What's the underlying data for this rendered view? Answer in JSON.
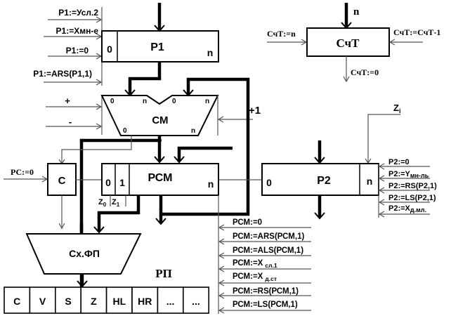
{
  "p1": {
    "name": "Р1",
    "bit_low": "0",
    "bit_high": "n",
    "inputs": [
      "Р1:=Усл.2",
      "Р1:=Хмн-е",
      "Р1:=0",
      "Р1:=ARS(Р1,1)"
    ]
  },
  "counter": {
    "name": "СчТ",
    "top_input": "n",
    "left_label": "СчТ:=n",
    "right_label": "СчТ:=СчТ-1",
    "bottom_label": "СчТ:=0"
  },
  "adder": {
    "name": "СМ",
    "in_a_low": "0",
    "in_a_high": "n",
    "in_b_low": "0",
    "in_b_high": "n",
    "out_low": "0",
    "out_high": "n",
    "ctrl_plus": "+",
    "ctrl_minus": "-",
    "carry_in": "+1"
  },
  "c_flag": {
    "name": "C",
    "reset_label": "РС:=0"
  },
  "rsm": {
    "name": "РСМ",
    "bit0": "0",
    "bit1": "1",
    "bit_high": "n",
    "z0": "Z",
    "z0_sub": "0",
    "z1": "Z",
    "z1_sub": "1",
    "inputs": [
      {
        "main": "РСМ:=0",
        "sub": ""
      },
      {
        "main": "РСМ:=ARS(РСМ,1)",
        "sub": ""
      },
      {
        "main": "РСМ:=ALS(РСМ,1)",
        "sub": ""
      },
      {
        "main": "РСМ:=Х",
        "sub": "сл.1"
      },
      {
        "main": "РСМ:=Х",
        "sub": "д.ст"
      },
      {
        "main": "РСМ:=RS(РСМ,1)",
        "sub": ""
      },
      {
        "main": "РСМ:=LS(РСМ,1)",
        "sub": ""
      }
    ]
  },
  "p2": {
    "name": "Р2",
    "bit_low": "0",
    "bit_high": "n",
    "zi": "Z",
    "zi_sub": "i",
    "inputs": [
      {
        "main": "Р2:=0",
        "sub": ""
      },
      {
        "main": "Р2:=Y",
        "sub": "мн-ль"
      },
      {
        "main": "Р2:=RS(Р2,1)",
        "sub": ""
      },
      {
        "main": "Р2:=LS(Р2,1)",
        "sub": ""
      },
      {
        "main": "Р2:=Х",
        "sub": "д.мл."
      }
    ]
  },
  "flag_logic": {
    "name": "Сх.ФП"
  },
  "flags_register": {
    "name": "РП",
    "cells": [
      "C",
      "V",
      "S",
      "Z",
      "HL",
      "HR",
      "...",
      "..."
    ]
  }
}
